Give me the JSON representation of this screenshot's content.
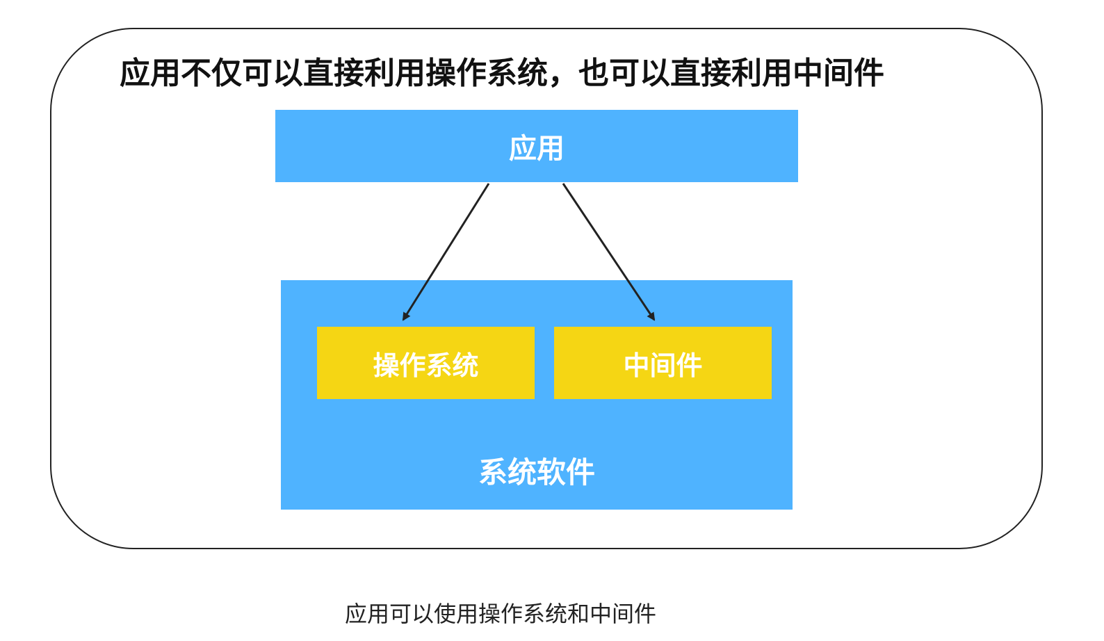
{
  "diagram": {
    "headline": "应用不仅可以直接利用操作系统，也可以直接利用中间件",
    "nodes": {
      "application": "应用",
      "operating_system": "操作系统",
      "middleware": "中间件",
      "system_software": "系统软件"
    },
    "colors": {
      "blue": "#4fb3ff",
      "yellow": "#f5d614",
      "text_light": "#ffffff",
      "text_dark": "#111111",
      "outline": "#222222"
    }
  },
  "caption": "应用可以使用操作系统和中间件"
}
